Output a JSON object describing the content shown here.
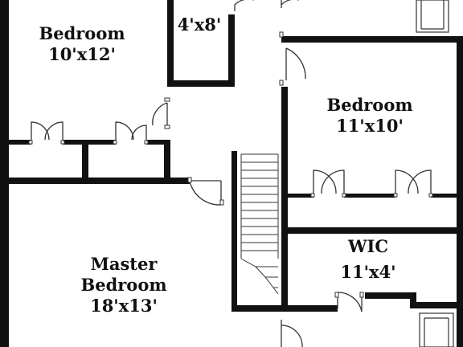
{
  "colors": {
    "wall": "#111111",
    "thin": "#333333",
    "background": "#ffffff"
  },
  "rooms": {
    "bedroom_1": {
      "name": "Bedroom",
      "size": "10'x12'"
    },
    "closet": {
      "size": "4'x8'"
    },
    "bedroom_2": {
      "name": "Bedroom",
      "size": "11'x10'"
    },
    "master": {
      "name_line1": "Master",
      "name_line2": "Bedroom",
      "size": "18'x13'"
    },
    "wic": {
      "name": "WIC",
      "size": "11'x4'"
    }
  }
}
